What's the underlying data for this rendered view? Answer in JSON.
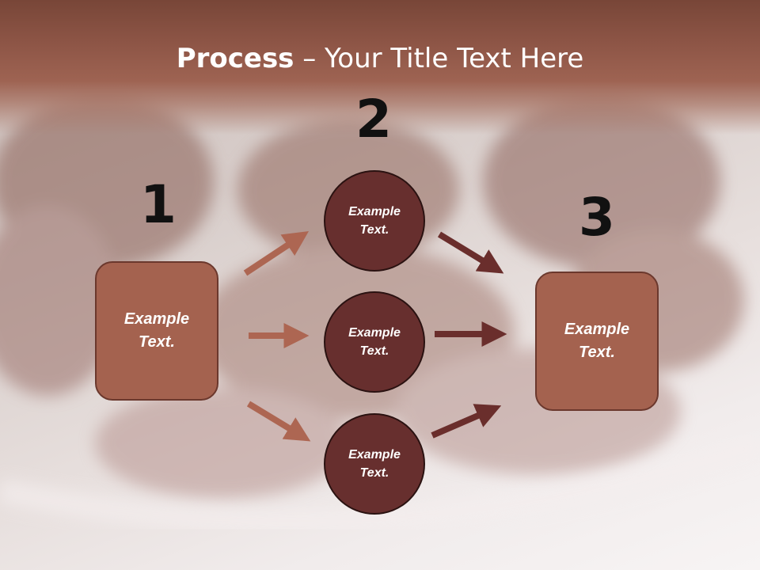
{
  "title": {
    "bold": "Process",
    "rest": " – Your Title Text Here"
  },
  "steps": [
    {
      "number": "1",
      "text": [
        "Example",
        "Text."
      ]
    },
    {
      "number": "2",
      "circles": [
        {
          "text": [
            "Example",
            "Text."
          ]
        },
        {
          "text": [
            "Example",
            "Text."
          ]
        },
        {
          "text": [
            "Example",
            "Text."
          ]
        }
      ]
    },
    {
      "number": "3",
      "text": [
        "Example",
        "Text."
      ]
    }
  ],
  "colors": {
    "title_band": "#8c5445",
    "box_fill": "#a4624f",
    "circle_fill": "#672f2e",
    "arrow_left": "#ad6652",
    "arrow_right": "#6a2e2c"
  }
}
